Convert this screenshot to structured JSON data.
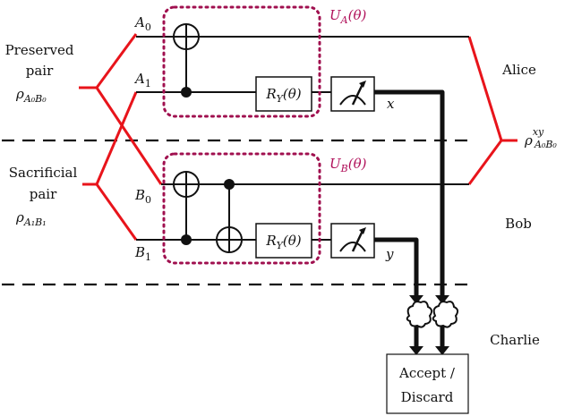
{
  "labels": {
    "preserved_pair_line1": "Preserved",
    "preserved_pair_line2": "pair",
    "preserved_rho": "ρ",
    "preserved_rho_sub": "A₀B₀",
    "sacrificial_pair_line1": "Sacrificial",
    "sacrificial_pair_line2": "pair",
    "sacrificial_rho": "ρ",
    "sacrificial_rho_sub": "A₁B₁",
    "wire_A0": "A",
    "wire_A0_sub": "0",
    "wire_A1": "A",
    "wire_A1_sub": "1",
    "wire_B0": "B",
    "wire_B0_sub": "0",
    "wire_B1": "B",
    "wire_B1_sub": "1",
    "unitary_A": "U",
    "unitary_A_sub": "A",
    "unitary_A_arg": "(θ)",
    "unitary_B": "U",
    "unitary_B_sub": "B",
    "unitary_B_arg": "(θ)",
    "rotation_A": "R",
    "rotation_A_sub": "Y",
    "rotation_A_arg": "(θ)",
    "rotation_B": "R",
    "rotation_B_sub": "Y",
    "rotation_B_arg": "(θ)",
    "outcome_x": "x",
    "outcome_y": "y",
    "party_alice": "Alice",
    "party_bob": "Bob",
    "party_charlie": "Charlie",
    "output_rho": "ρ",
    "output_rho_sup": "xy",
    "output_rho_sub": "A₀B₀",
    "accept_line1": "Accept /",
    "accept_line2": "Discard"
  },
  "colors": {
    "entanglement": "#e8141b",
    "unitary_box": "#a0104f",
    "unitary_label": "#b0105a",
    "wire": "#111111"
  },
  "icons": {
    "measurement": "meter-icon",
    "classical_op": "cloud-icon",
    "target": "xor-target-icon"
  }
}
